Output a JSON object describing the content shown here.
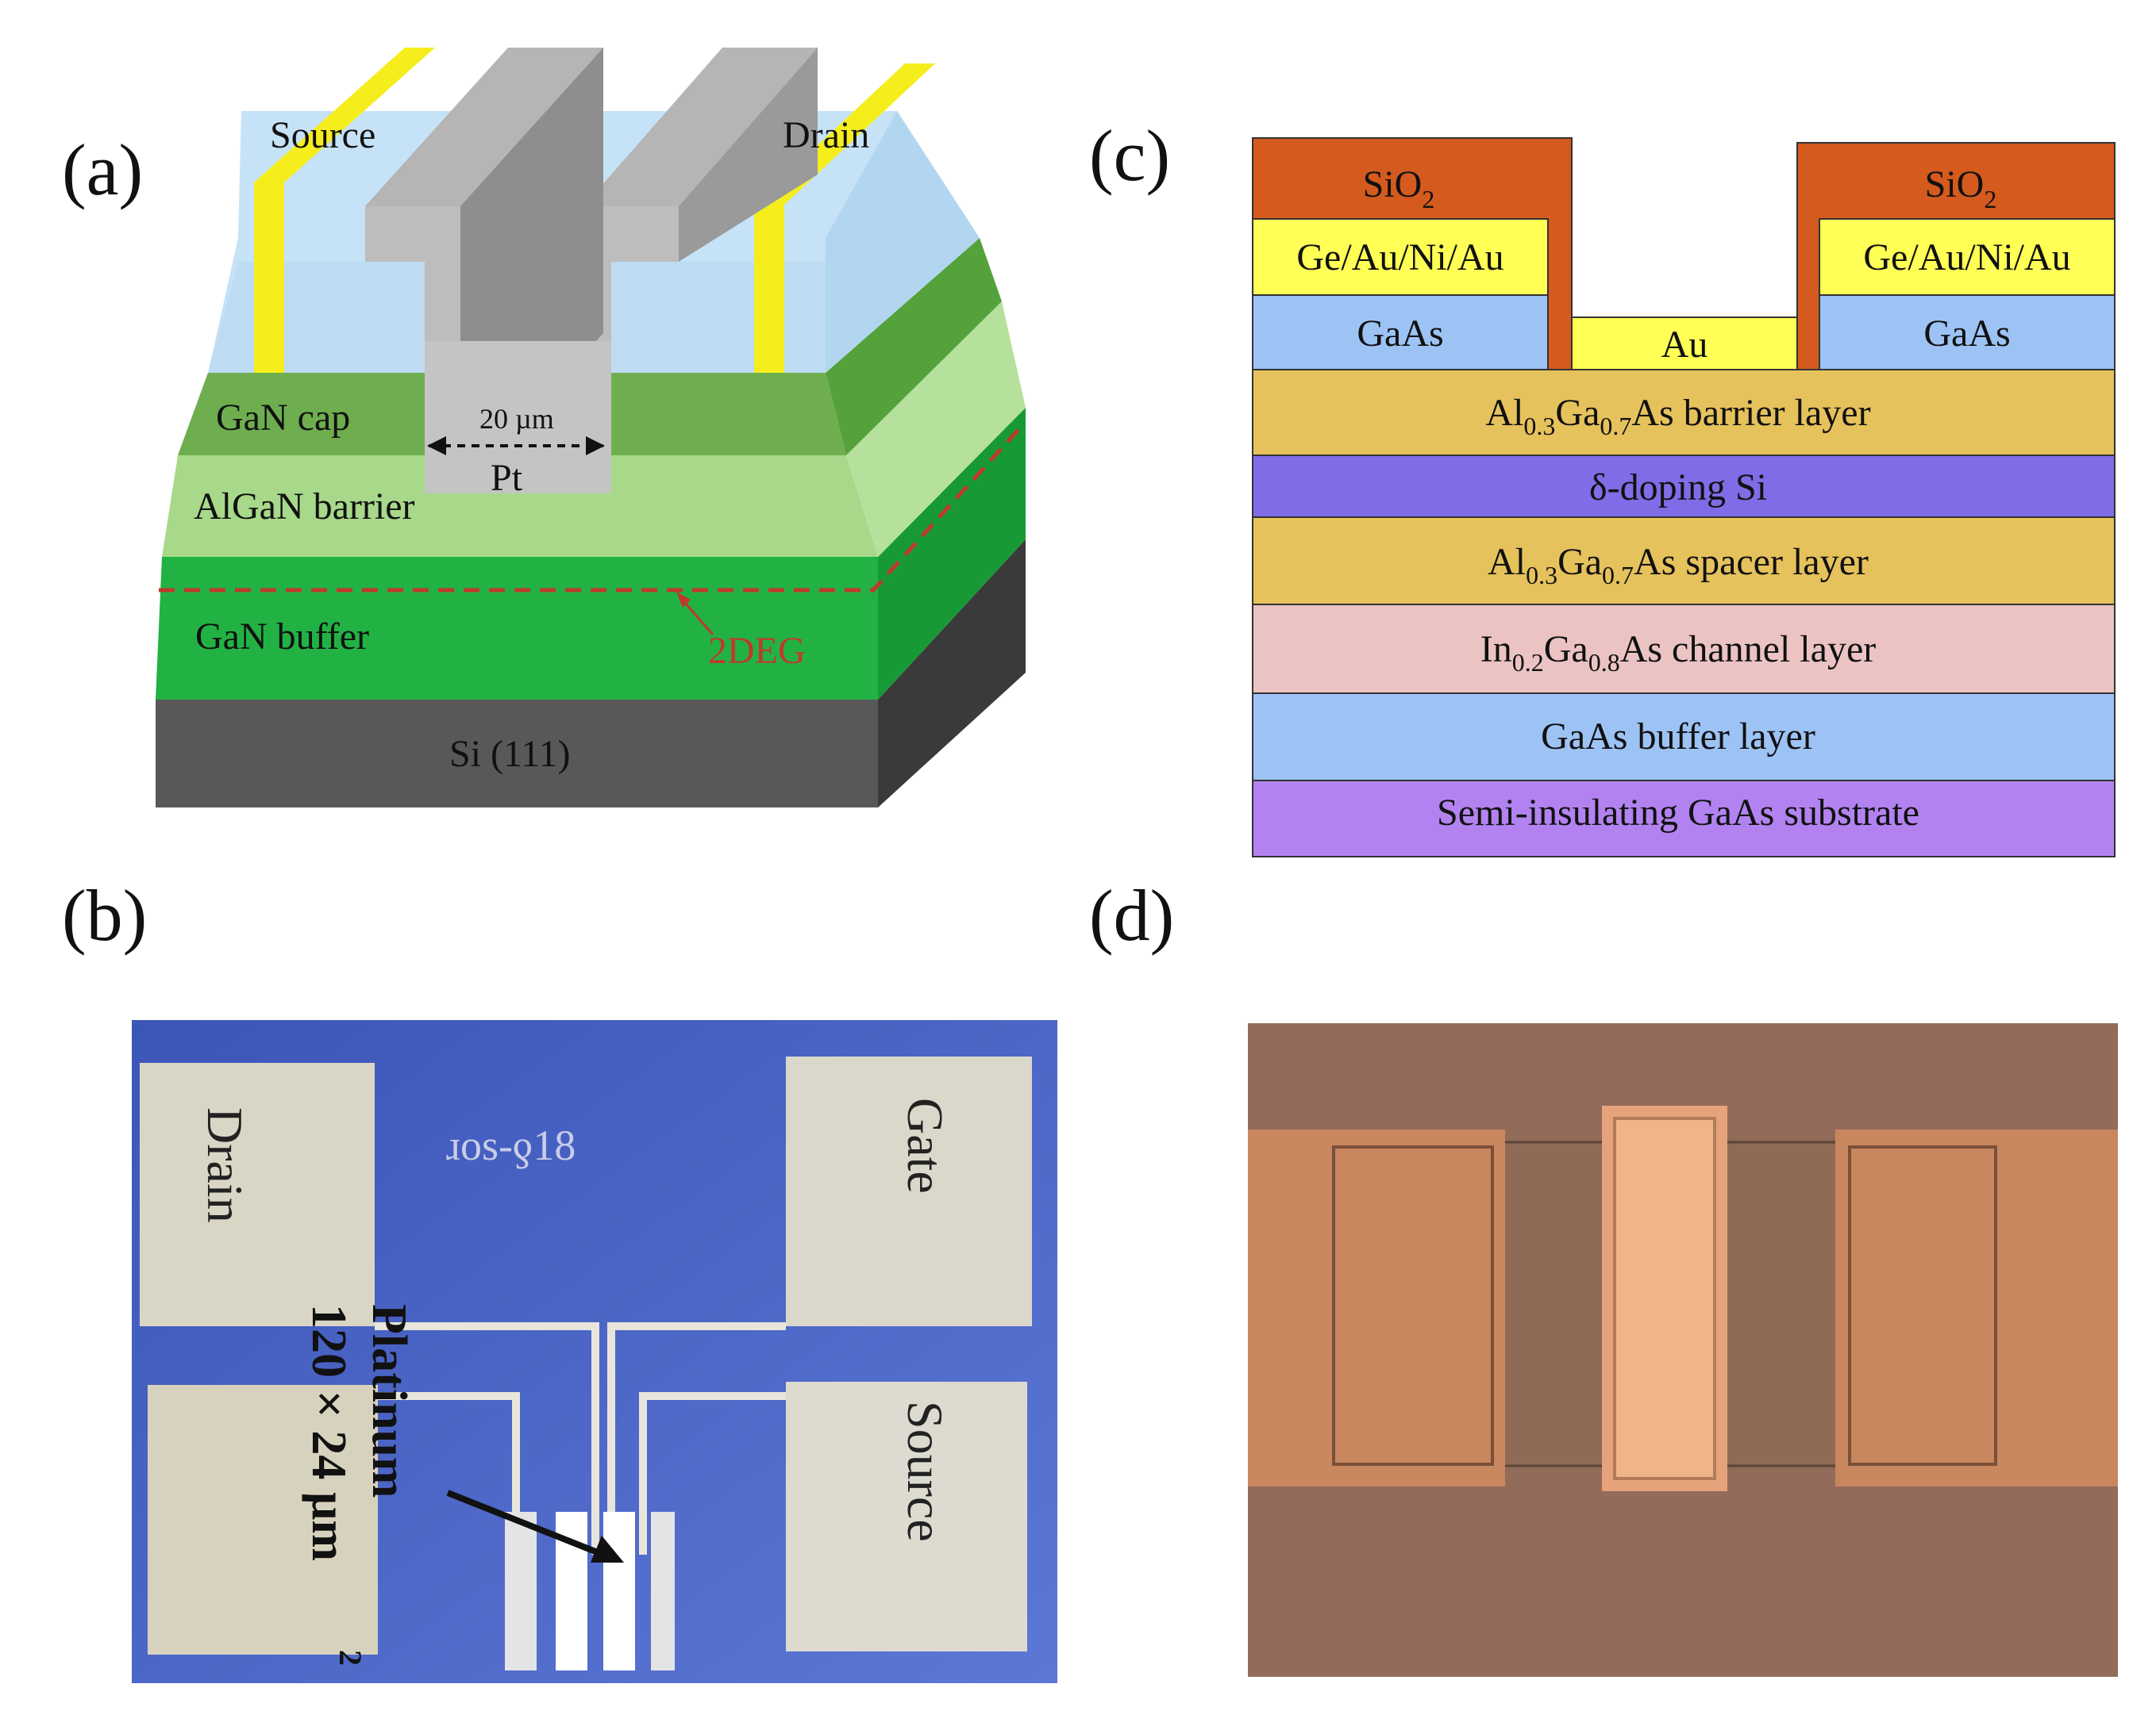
{
  "panels": {
    "a": {
      "label": "(a)",
      "source": "Source",
      "drain": "Drain",
      "gan_cap": "GaN cap",
      "width": "20 µm",
      "pt": "Pt",
      "algan": "AlGaN barrier",
      "gan_buffer": "GaN buffer",
      "twodeg": "2DEG",
      "si": "Si (111)"
    },
    "b": {
      "label": "(b)",
      "drain": "Drain",
      "gate": "Gate",
      "source": "Source",
      "platinum": "Platinum",
      "size": "120 × 24 µm",
      "size_sup": "2"
    },
    "c": {
      "label": "(c)",
      "sio2_left": "SiO",
      "sio2_left_sub": "2",
      "sio2_right": "SiO",
      "sio2_right_sub": "2",
      "metal_left": "Ge/Au/Ni/Au",
      "metal_right": "Ge/Au/Ni/Au",
      "gaas_left": "GaAs",
      "gaas_right": "GaAs",
      "au": "Au",
      "barrier": {
        "a": "Al",
        "a_sub": "0.3",
        "b": "Ga",
        "b_sub": "0.7",
        "c": "As barrier layer"
      },
      "doping": "δ-doping Si",
      "spacer": {
        "a": "Al",
        "a_sub": "0.3",
        "b": "Ga",
        "b_sub": "0.7",
        "c": "As spacer layer"
      },
      "channel": {
        "a": "In",
        "a_sub": "0.2",
        "b": "Ga",
        "b_sub": "0.8",
        "c": "As channel  layer"
      },
      "buffer": "GaAs buffer layer",
      "substrate": "Semi-insulating GaAs substrate"
    },
    "d": {
      "label": "(d)"
    }
  },
  "colors": {
    "sio2": "#d45a1e",
    "metal": "#ffff55",
    "gaas": "#9dc3f5",
    "algaas": "#e6c25c",
    "doping": "#7f6ce6",
    "ingaas": "#ebc3c3",
    "substrate": "#b283f0",
    "gan_cap": "#6fb24c",
    "algan": "#a9dc8e",
    "gan_buffer": "#31b848",
    "si": "#555555",
    "microscope_blue": "#4f67c9",
    "pad": "#d8d6c8",
    "copper": "#c98a62",
    "brown_bg": "#936b5a"
  }
}
